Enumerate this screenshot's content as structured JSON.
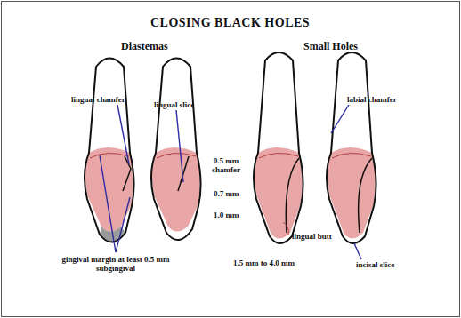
{
  "diagram": {
    "title": "CLOSING BLACK HOLES",
    "labels": [
      "Diastemas",
      "Small Holes",
      "lingual chamfer",
      "lingual slice",
      "gingival margin at least 0.5 mm subgingival",
      "0.5 mm chamfer",
      "0.7 mm",
      "1.0 mm",
      "lingual butt",
      "1.5 mm to 4.0 mm",
      "labial chamfer",
      "incisal slice"
    ]
  }
}
